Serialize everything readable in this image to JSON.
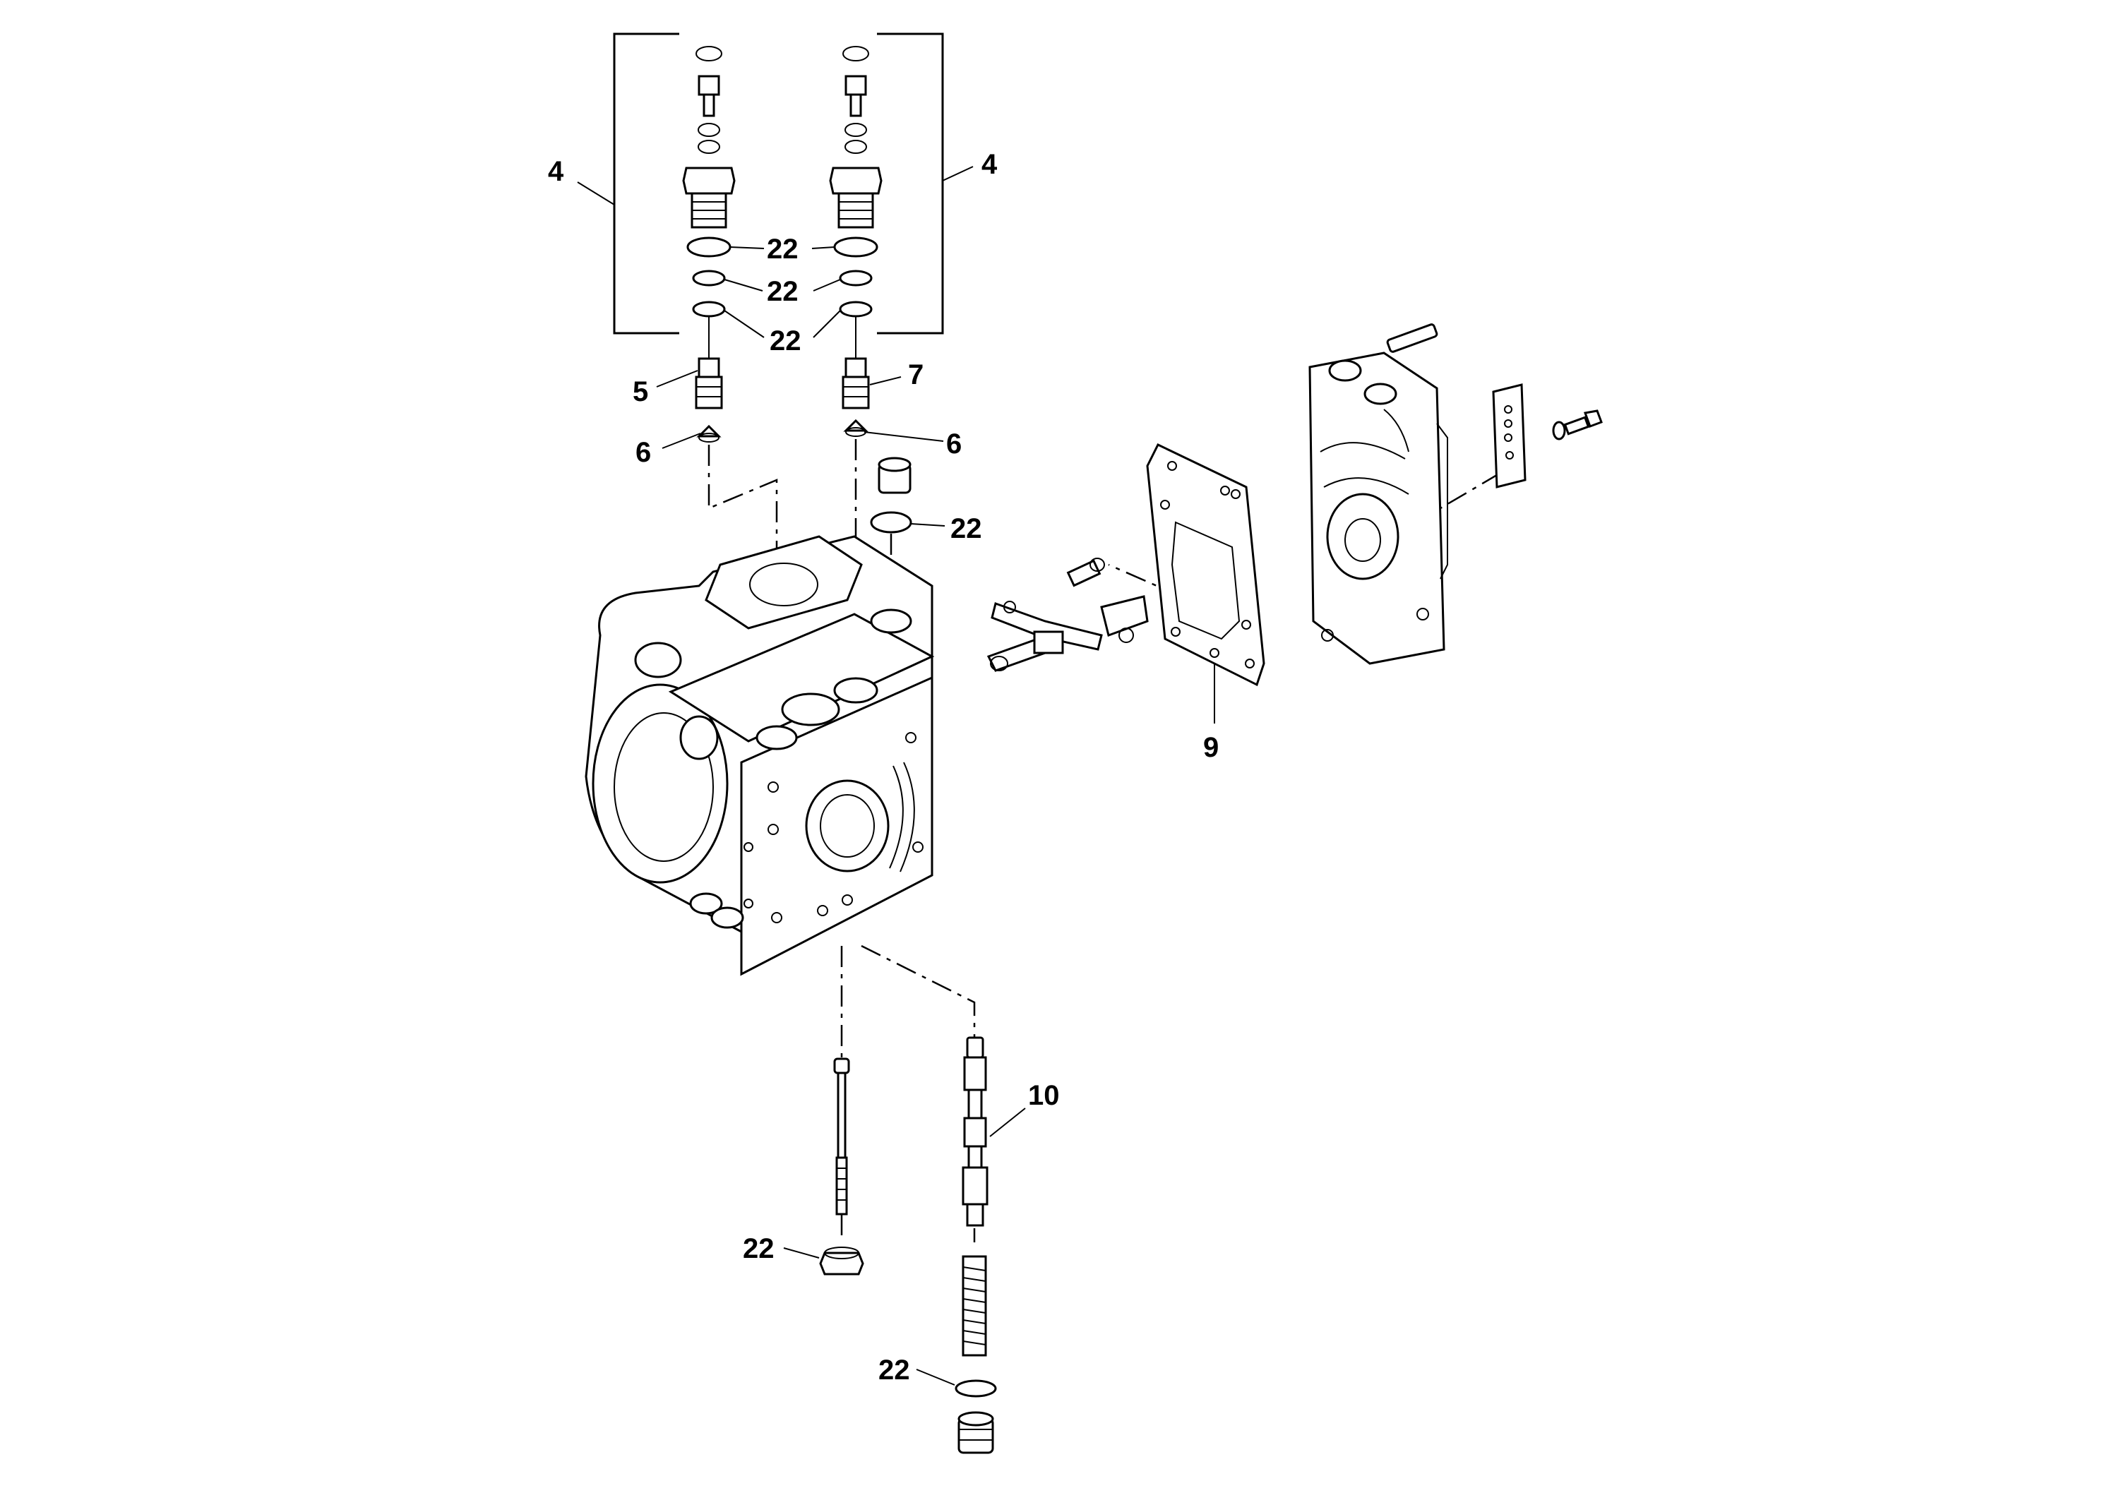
{
  "callouts": {
    "c4_left": "4",
    "c4_right": "4",
    "c22_a": "22",
    "c22_b": "22",
    "c22_c": "22",
    "c5": "5",
    "c7": "7",
    "c6_left": "6",
    "c6_right": "6",
    "c22_plug": "22",
    "c9": "9",
    "c10": "10",
    "c22_nut": "22",
    "c22_oring": "22"
  }
}
